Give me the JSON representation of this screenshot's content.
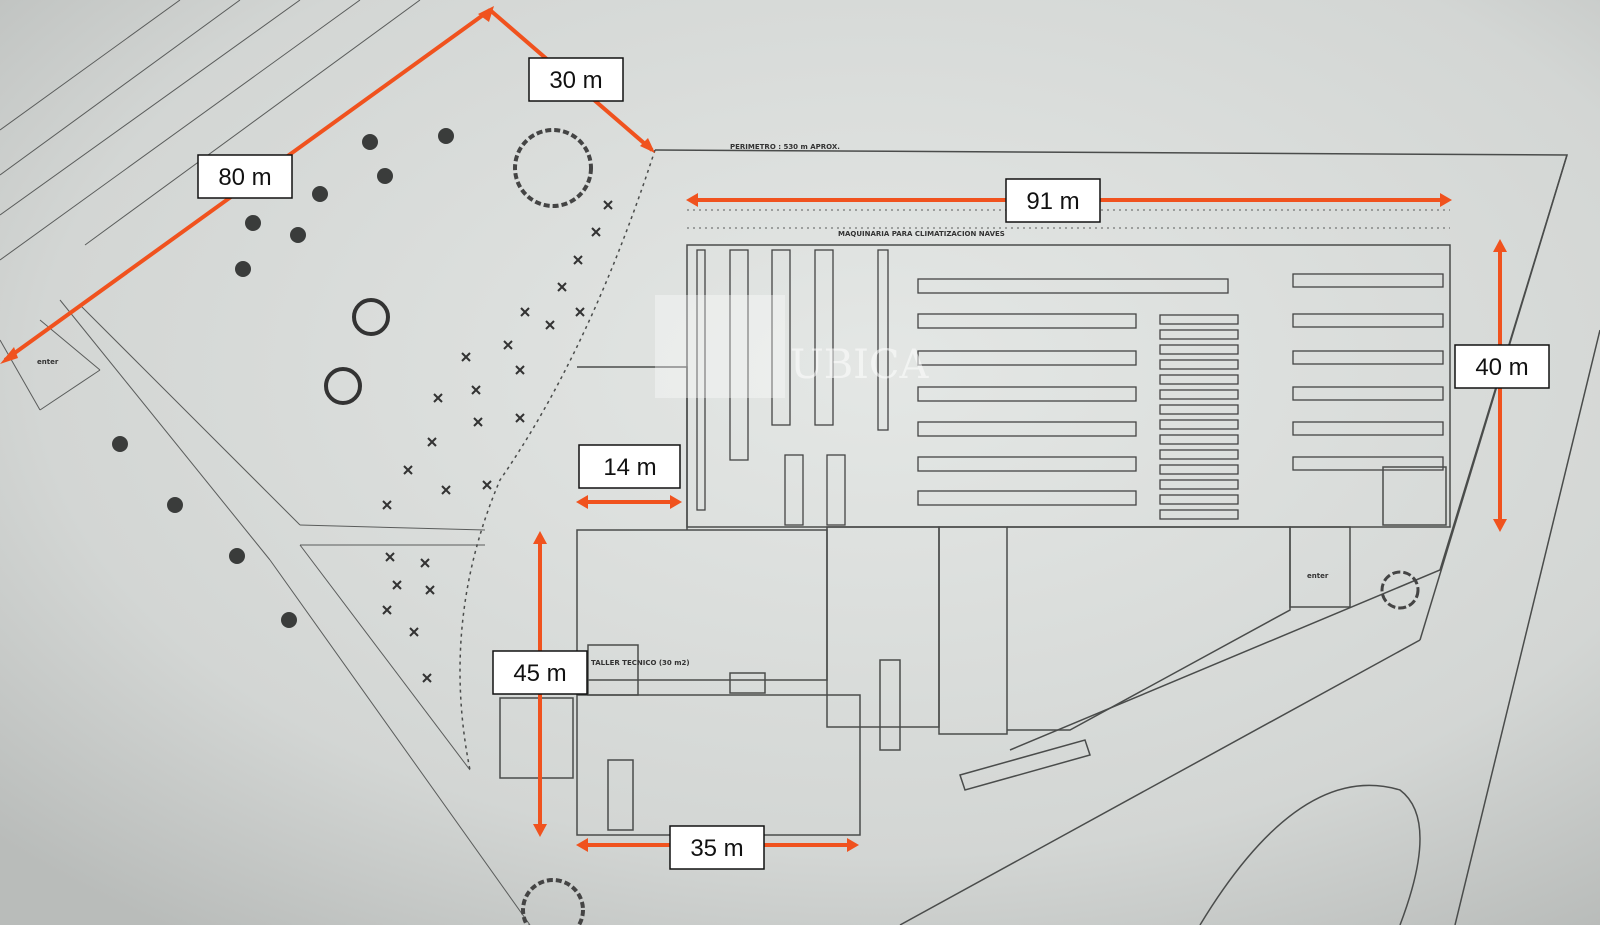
{
  "plan": {
    "perimeter_note": "PERIMETRO : 530 m APROX.",
    "hvac_label": "MAQUINARIA PARA CLIMATIZACION NAVES",
    "workshop_label": "TALLER TECNICO (30 m2)",
    "entrance_label": "enter",
    "watermark": "UBICA"
  },
  "dimensions": {
    "top_left_edge": "80 m",
    "top_short_edge": "30 m",
    "warehouse_width": "91 m",
    "warehouse_depth": "40 m",
    "annex_width": "14 m",
    "lower_block_depth": "45 m",
    "lower_block_width": "35 m"
  },
  "colors": {
    "dimension_arrow": "#f0521e",
    "paper": "#d6d9d7",
    "linework": "#4a4c4b"
  }
}
